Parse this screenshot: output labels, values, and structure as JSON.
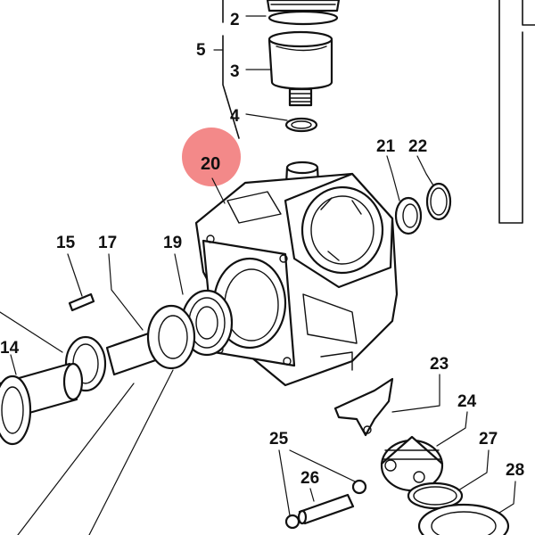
{
  "diagram": {
    "callouts": [
      {
        "id": "p2",
        "label": "2"
      },
      {
        "id": "p3",
        "label": "3"
      },
      {
        "id": "p4",
        "label": "4"
      },
      {
        "id": "p5",
        "label": "5"
      },
      {
        "id": "p14",
        "label": "14"
      },
      {
        "id": "p15",
        "label": "15"
      },
      {
        "id": "p17",
        "label": "17"
      },
      {
        "id": "p19",
        "label": "19"
      },
      {
        "id": "p20",
        "label": "20",
        "highlighted": true
      },
      {
        "id": "p21",
        "label": "21"
      },
      {
        "id": "p22",
        "label": "22"
      },
      {
        "id": "p23",
        "label": "23"
      },
      {
        "id": "p24",
        "label": "24"
      },
      {
        "id": "p25",
        "label": "25"
      },
      {
        "id": "p26",
        "label": "26"
      },
      {
        "id": "p27",
        "label": "27"
      },
      {
        "id": "p28",
        "label": "28"
      }
    ],
    "colors": {
      "highlight": "#f27c7c",
      "line": "#111111",
      "background": "#ffffff"
    }
  }
}
